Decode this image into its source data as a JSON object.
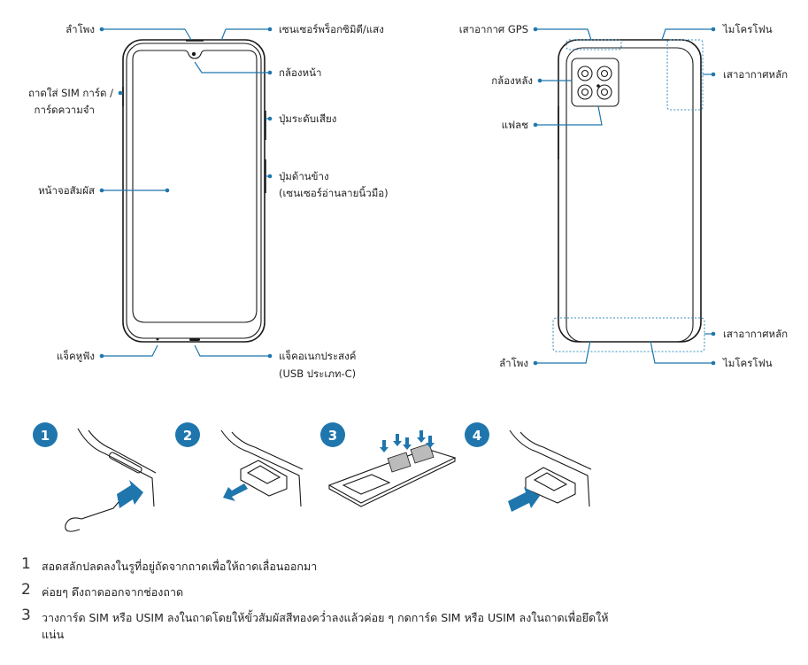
{
  "front_labels": {
    "speaker_top": "ลำโพง",
    "sensor": "เซนเซอร์พร็อกซิมิตี/แสง",
    "front_camera": "กล้องหน้า",
    "sim_tray_line1": "ถาดใส่ SIM การ์ด /",
    "sim_tray_line2": "การ์ดความจำ",
    "volume_key": "ปุ่มระดับเสียง",
    "side_key_line1": "ปุ่มด้านข้าง",
    "side_key_line2": "(เซนเซอร์อ่านลายนิ้วมือ)",
    "touchscreen": "หน้าจอสัมผัส",
    "earphone_jack": "แจ็คหูฟัง",
    "usb_line1": "แจ็คอเนกประสงค์",
    "usb_line2": "(USB ประเภท-C)"
  },
  "back_labels": {
    "gps_antenna": "เสาอากาศ GPS",
    "microphone_top": "ไมโครโฟน",
    "rear_camera": "กล้องหลัง",
    "main_antenna_top": "เสาอากาศหลัก",
    "flash": "แฟลช",
    "main_antenna_bottom": "เสาอากาศหลัก",
    "speaker_bottom": "ลำโพง",
    "microphone_bottom": "ไมโครโฟน"
  },
  "step_badges": [
    "1",
    "2",
    "3",
    "4"
  ],
  "instructions": [
    {
      "num": "1",
      "text": "สอดสลักปลดลงในรูที่อยู่ถัดจากถาดเพื่อให้ถาดเลื่อนออกมา"
    },
    {
      "num": "2",
      "text": "ค่อยๆ ดึงถาดออกจากช่องถาด"
    },
    {
      "num": "3",
      "text": "วางการ์ด SIM หรือ USIM ลงในถาดโดยให้ขั้วสัมผัสสีทองคว่ำลงแล้วค่อย ๆ กดการ์ด SIM หรือ USIM ลงในถาดเพื่อยึดให้แน่น"
    }
  ],
  "colors": {
    "accent_blue": "#1f76ad",
    "arrow_blue": "#1f76ad",
    "badge_blue": "#1f76ad"
  }
}
